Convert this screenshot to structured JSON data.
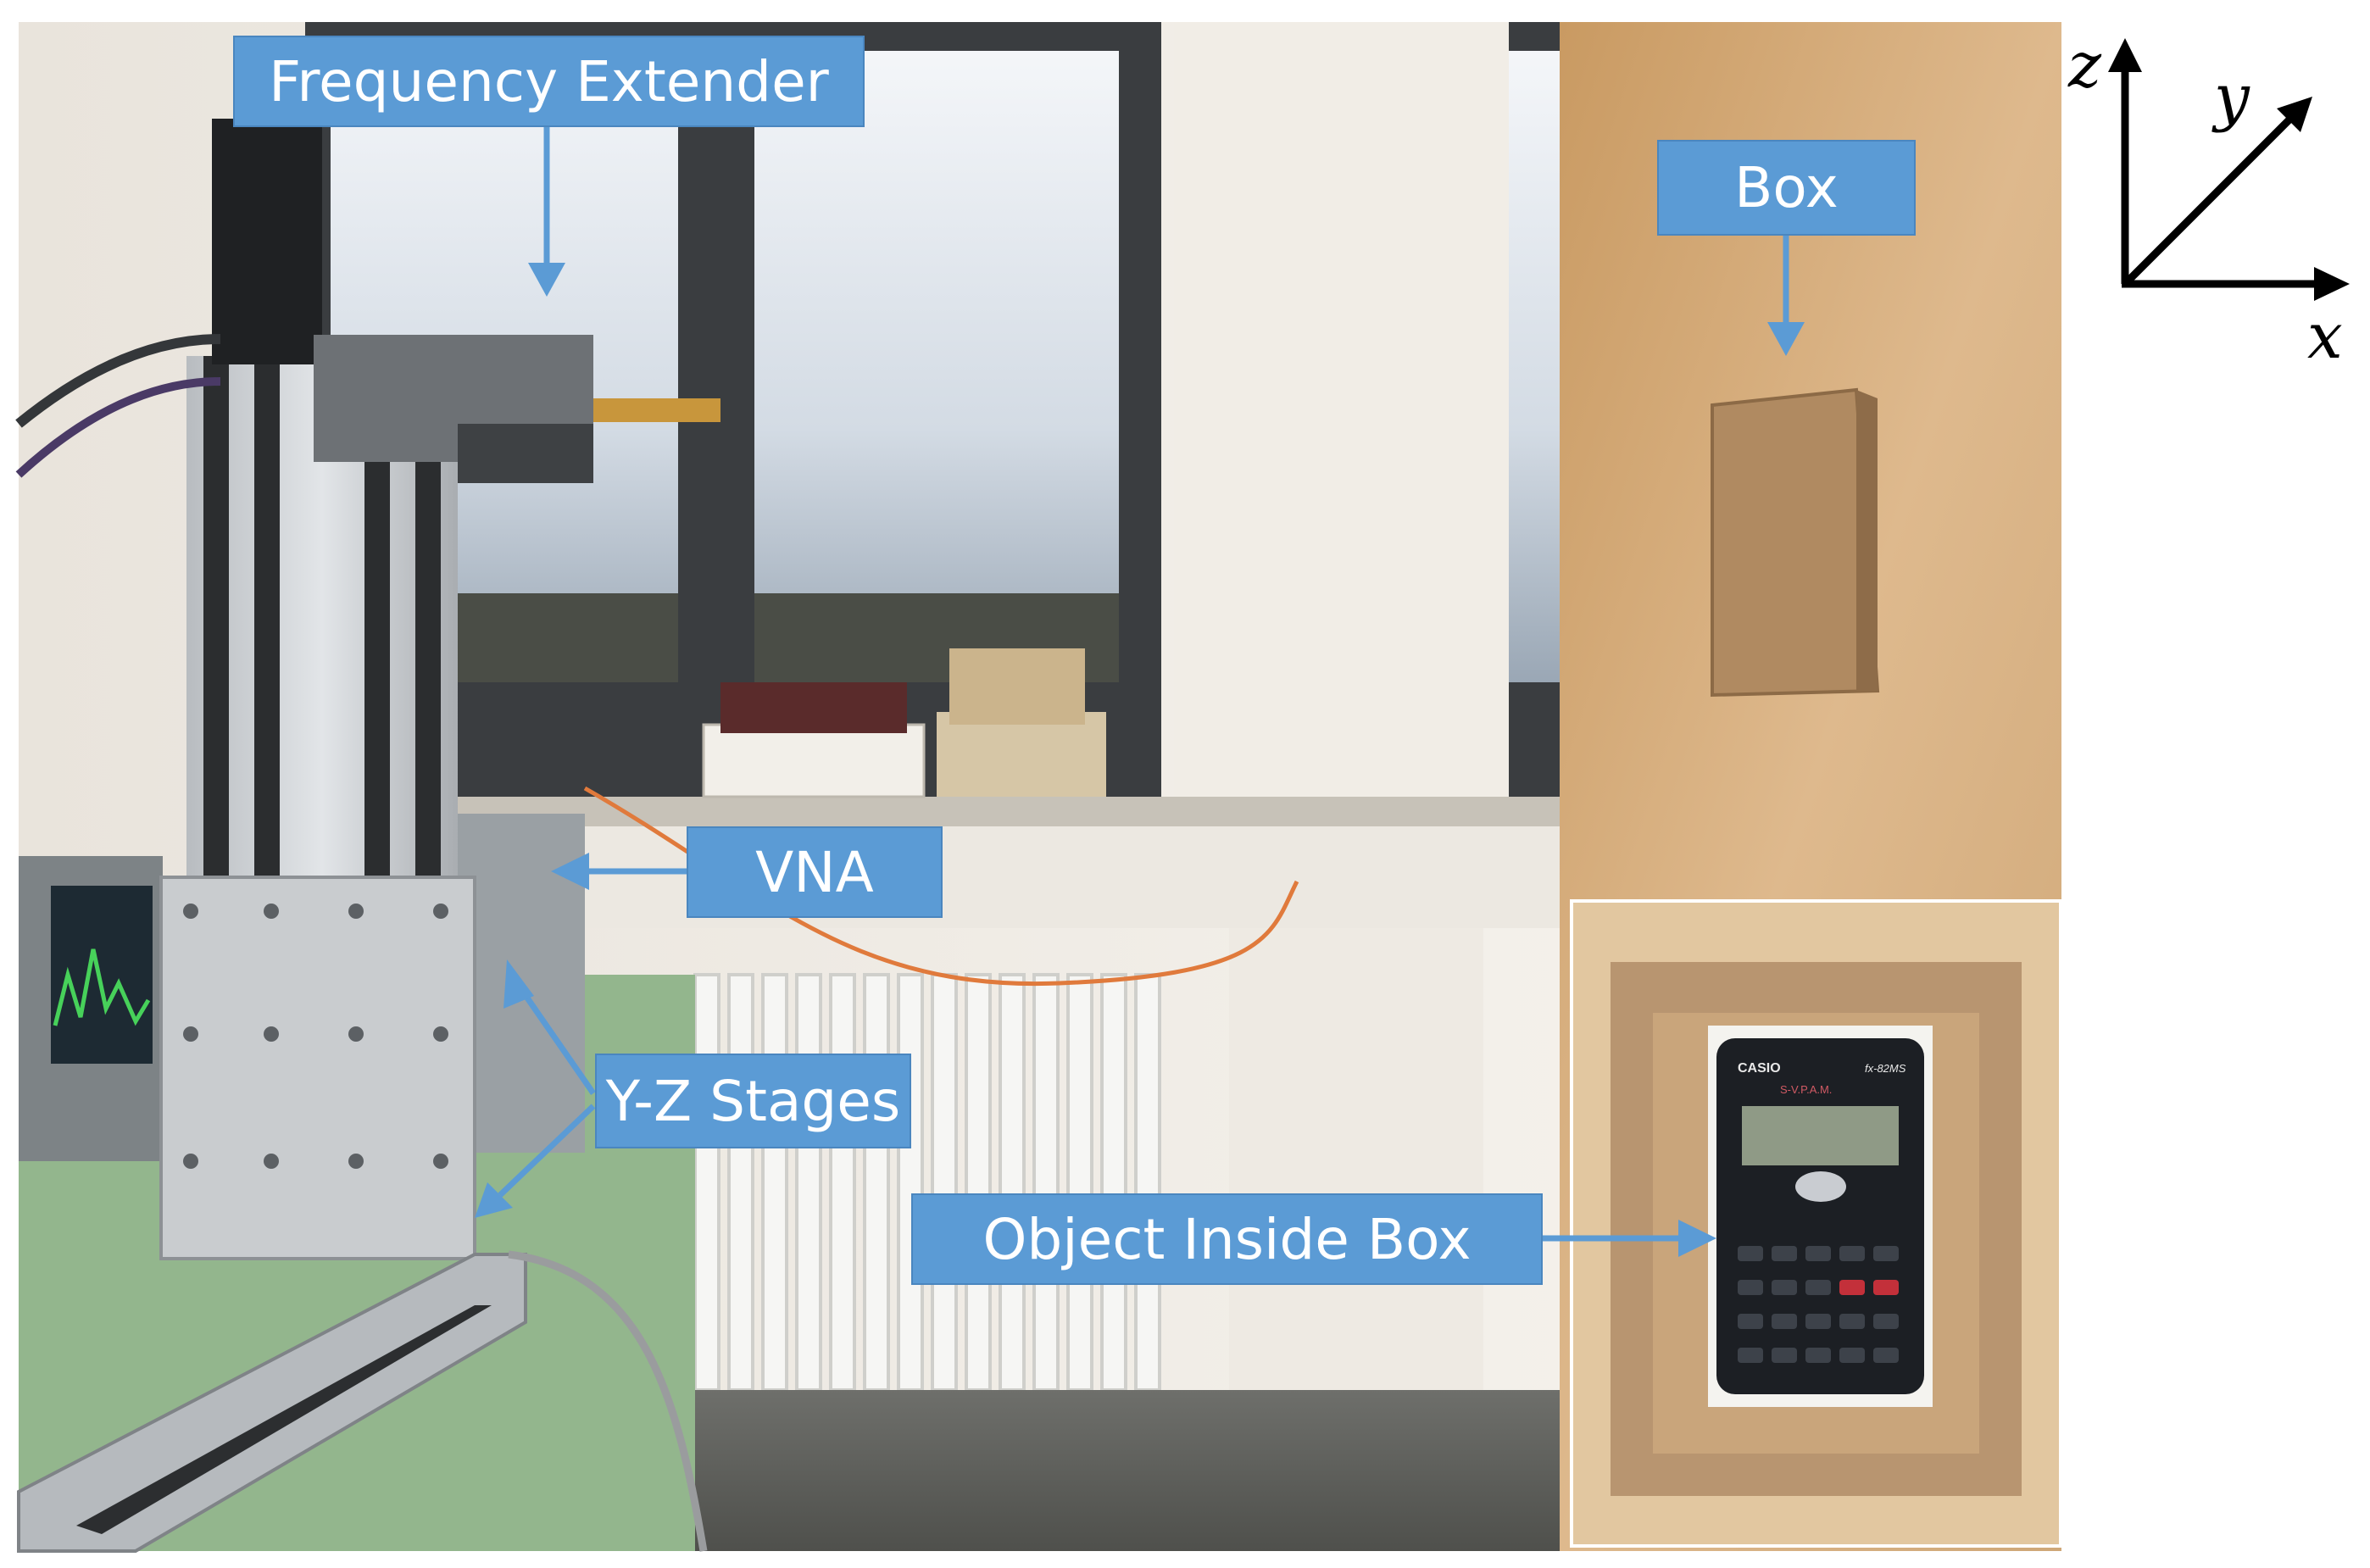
{
  "labels": {
    "frequency_extender": "Frequency Extender",
    "box": "Box",
    "vna": "VNA",
    "yz_stages": "Y-Z Stages",
    "object_inside_box": "Object Inside Box"
  },
  "axes": {
    "z": "z",
    "y": "y",
    "x": "x"
  },
  "inset": {
    "calculator_brand": "CASIO",
    "calculator_series": "S-V.P.A.M.",
    "calculator_model": "fx-82MS"
  },
  "colors": {
    "label_fill": "#5b9bd5",
    "label_text": "#ffffff",
    "arrow": "#5b9bd5",
    "wall_wood": "#d9b58a",
    "bench_green": "#8fb58a",
    "sky": "#dfe6ee"
  }
}
